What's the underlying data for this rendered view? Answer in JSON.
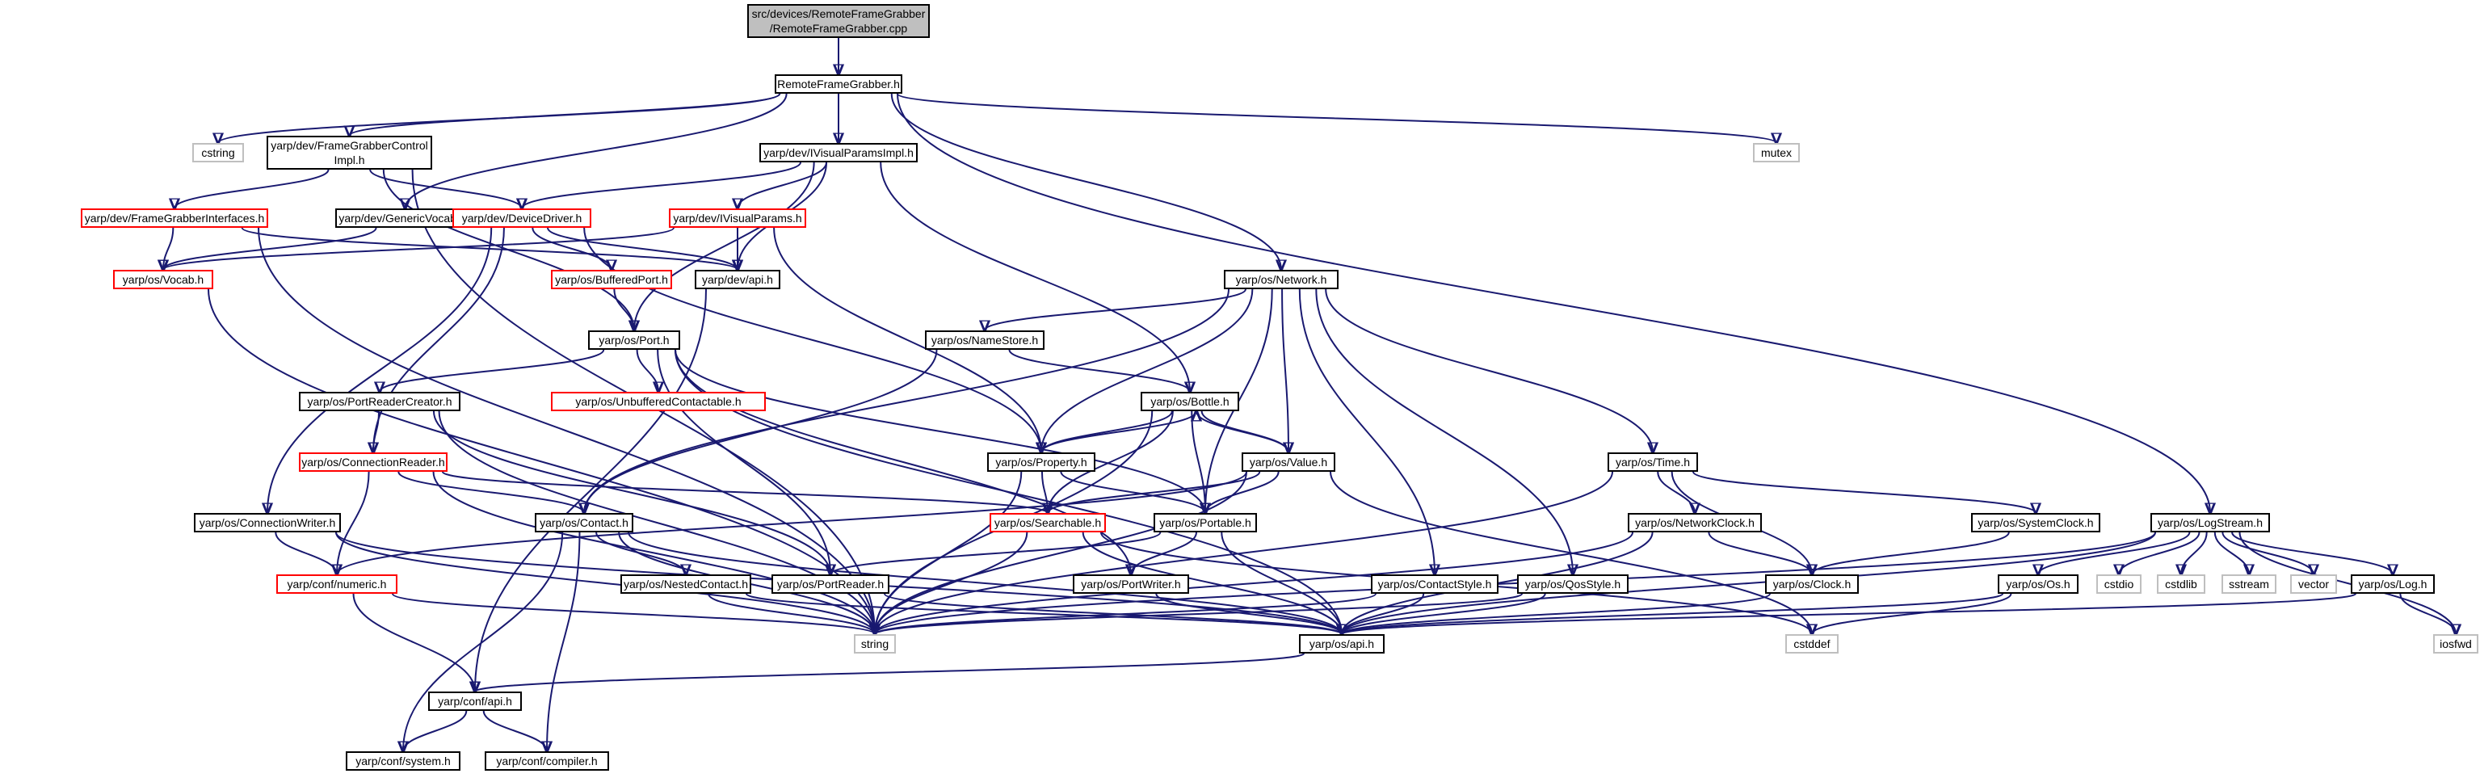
{
  "colors": {
    "edge": "#191970",
    "node_border": "#000000",
    "red_border": "#ff0000",
    "ext_border": "#bfbfbf",
    "root_fill": "#bfbfbf"
  },
  "nodes": {
    "root": {
      "line1": "src/devices/RemoteFrameGrabber",
      "line2": "/RemoteFrameGrabber.cpp"
    },
    "rfg": {
      "label": "RemoteFrameGrabber.h"
    },
    "cstring": {
      "label": "cstring"
    },
    "fgcimpl": {
      "line1": "yarp/dev/FrameGrabberControl",
      "line2": "Impl.h"
    },
    "ivpimpl": {
      "label": "yarp/dev/IVisualParamsImpl.h"
    },
    "mutex": {
      "label": "mutex"
    },
    "fgi": {
      "label": "yarp/dev/FrameGrabberInterfaces.h"
    },
    "gvocabs": {
      "label": "yarp/dev/GenericVocabs.h"
    },
    "devdriver": {
      "label": "yarp/dev/DeviceDriver.h"
    },
    "ivp": {
      "label": "yarp/dev/IVisualParams.h"
    },
    "vocab": {
      "label": "yarp/os/Vocab.h"
    },
    "bufport": {
      "label": "yarp/os/BufferedPort.h"
    },
    "devapi": {
      "label": "yarp/dev/api.h"
    },
    "network": {
      "label": "yarp/os/Network.h"
    },
    "port": {
      "label": "yarp/os/Port.h"
    },
    "namestore": {
      "label": "yarp/os/NameStore.h"
    },
    "prc": {
      "label": "yarp/os/PortReaderCreator.h"
    },
    "ubc": {
      "label": "yarp/os/UnbufferedContactable.h"
    },
    "bottle": {
      "label": "yarp/os/Bottle.h"
    },
    "connreader": {
      "label": "yarp/os/ConnectionReader.h"
    },
    "property": {
      "label": "yarp/os/Property.h"
    },
    "value": {
      "label": "yarp/os/Value.h"
    },
    "time": {
      "label": "yarp/os/Time.h"
    },
    "connwriter": {
      "label": "yarp/os/ConnectionWriter.h"
    },
    "contact": {
      "label": "yarp/os/Contact.h"
    },
    "searchable": {
      "label": "yarp/os/Searchable.h"
    },
    "portable": {
      "label": "yarp/os/Portable.h"
    },
    "netclock": {
      "label": "yarp/os/NetworkClock.h"
    },
    "sysclock": {
      "label": "yarp/os/SystemClock.h"
    },
    "logstream": {
      "label": "yarp/os/LogStream.h"
    },
    "numeric": {
      "label": "yarp/conf/numeric.h"
    },
    "nested": {
      "label": "yarp/os/NestedContact.h"
    },
    "portreader": {
      "label": "yarp/os/PortReader.h"
    },
    "portwriter": {
      "label": "yarp/os/PortWriter.h"
    },
    "contactstyle": {
      "label": "yarp/os/ContactStyle.h"
    },
    "qosstyle": {
      "label": "yarp/os/QosStyle.h"
    },
    "clock": {
      "label": "yarp/os/Clock.h"
    },
    "os": {
      "label": "yarp/os/Os.h"
    },
    "cstdio": {
      "label": "cstdio"
    },
    "cstdlib": {
      "label": "cstdlib"
    },
    "sstream": {
      "label": "sstream"
    },
    "vector": {
      "label": "vector"
    },
    "log": {
      "label": "yarp/os/Log.h"
    },
    "string": {
      "label": "string"
    },
    "osapi": {
      "label": "yarp/os/api.h"
    },
    "cstddef": {
      "label": "cstddef"
    },
    "iosfwd": {
      "label": "iosfwd"
    },
    "confapi": {
      "label": "yarp/conf/api.h"
    },
    "system": {
      "label": "yarp/conf/system.h"
    },
    "compiler": {
      "label": "yarp/conf/compiler.h"
    }
  },
  "edges": [
    [
      "root",
      "rfg"
    ],
    [
      "rfg",
      "cstring"
    ],
    [
      "rfg",
      "fgcimpl"
    ],
    [
      "rfg",
      "gvocabs"
    ],
    [
      "rfg",
      "ivpimpl"
    ],
    [
      "rfg",
      "network"
    ],
    [
      "rfg",
      "logstream"
    ],
    [
      "rfg",
      "mutex"
    ],
    [
      "fgcimpl",
      "fgi"
    ],
    [
      "fgcimpl",
      "devdriver"
    ],
    [
      "fgcimpl",
      "port"
    ],
    [
      "fgcimpl",
      "string"
    ],
    [
      "ivpimpl",
      "devdriver"
    ],
    [
      "ivpimpl",
      "ivp"
    ],
    [
      "ivpimpl",
      "devapi"
    ],
    [
      "ivpimpl",
      "port"
    ],
    [
      "ivpimpl",
      "bottle"
    ],
    [
      "fgi",
      "vocab"
    ],
    [
      "fgi",
      "devapi"
    ],
    [
      "fgi",
      "string"
    ],
    [
      "gvocabs",
      "vocab"
    ],
    [
      "devdriver",
      "bufport"
    ],
    [
      "devdriver",
      "devapi"
    ],
    [
      "devdriver",
      "property"
    ],
    [
      "devdriver",
      "connreader"
    ],
    [
      "devdriver",
      "connwriter"
    ],
    [
      "ivp",
      "vocab"
    ],
    [
      "ivp",
      "devapi"
    ],
    [
      "ivp",
      "property"
    ],
    [
      "vocab",
      "string"
    ],
    [
      "bufport",
      "port"
    ],
    [
      "devapi",
      "confapi"
    ],
    [
      "port",
      "prc"
    ],
    [
      "port",
      "ubc"
    ],
    [
      "port",
      "portable"
    ],
    [
      "port",
      "portreader"
    ],
    [
      "port",
      "portwriter"
    ],
    [
      "port",
      "osapi"
    ],
    [
      "network",
      "contact"
    ],
    [
      "network",
      "namestore"
    ],
    [
      "network",
      "property"
    ],
    [
      "network",
      "value"
    ],
    [
      "network",
      "portable"
    ],
    [
      "network",
      "contactstyle"
    ],
    [
      "network",
      "qosstyle"
    ],
    [
      "network",
      "time"
    ],
    [
      "namestore",
      "bottle"
    ],
    [
      "namestore",
      "contact"
    ],
    [
      "prc",
      "connreader"
    ],
    [
      "prc",
      "portreader"
    ],
    [
      "prc",
      "string"
    ],
    [
      "bottle",
      "property"
    ],
    [
      "bottle",
      "value"
    ],
    [
      "bottle",
      "searchable"
    ],
    [
      "bottle",
      "portable"
    ],
    [
      "bottle",
      "string"
    ],
    [
      "connreader",
      "contact"
    ],
    [
      "connreader",
      "searchable"
    ],
    [
      "connreader",
      "numeric"
    ],
    [
      "connreader",
      "string"
    ],
    [
      "property",
      "bottle"
    ],
    [
      "property",
      "searchable"
    ],
    [
      "property",
      "portable"
    ],
    [
      "property",
      "string"
    ],
    [
      "value",
      "bottle"
    ],
    [
      "value",
      "searchable"
    ],
    [
      "value",
      "portable"
    ],
    [
      "value",
      "numeric"
    ],
    [
      "value",
      "string"
    ],
    [
      "value",
      "cstddef"
    ],
    [
      "time",
      "string"
    ],
    [
      "time",
      "netclock"
    ],
    [
      "time",
      "clock"
    ],
    [
      "time",
      "sysclock"
    ],
    [
      "connwriter",
      "numeric"
    ],
    [
      "connwriter",
      "string"
    ],
    [
      "connwriter",
      "osapi"
    ],
    [
      "contact",
      "nested"
    ],
    [
      "contact",
      "string"
    ],
    [
      "contact",
      "system"
    ],
    [
      "contact",
      "compiler"
    ],
    [
      "contact",
      "osapi"
    ],
    [
      "searchable",
      "string"
    ],
    [
      "searchable",
      "osapi"
    ],
    [
      "searchable",
      "cstddef"
    ],
    [
      "portable",
      "portreader"
    ],
    [
      "portable",
      "portwriter"
    ],
    [
      "portable",
      "osapi"
    ],
    [
      "netclock",
      "clock"
    ],
    [
      "netclock",
      "string"
    ],
    [
      "netclock",
      "osapi"
    ],
    [
      "sysclock",
      "clock"
    ],
    [
      "logstream",
      "string"
    ],
    [
      "logstream",
      "os"
    ],
    [
      "logstream",
      "cstdio"
    ],
    [
      "logstream",
      "cstdlib"
    ],
    [
      "logstream",
      "sstream"
    ],
    [
      "logstream",
      "vector"
    ],
    [
      "logstream",
      "log"
    ],
    [
      "logstream",
      "iosfwd"
    ],
    [
      "logstream",
      "osapi"
    ],
    [
      "numeric",
      "confapi"
    ],
    [
      "numeric",
      "string"
    ],
    [
      "nested",
      "string"
    ],
    [
      "nested",
      "osapi"
    ],
    [
      "portreader",
      "osapi"
    ],
    [
      "portwriter",
      "osapi"
    ],
    [
      "contactstyle",
      "string"
    ],
    [
      "contactstyle",
      "osapi"
    ],
    [
      "qosstyle",
      "string"
    ],
    [
      "qosstyle",
      "osapi"
    ],
    [
      "clock",
      "osapi"
    ],
    [
      "os",
      "osapi"
    ],
    [
      "os",
      "cstddef"
    ],
    [
      "log",
      "iosfwd"
    ],
    [
      "log",
      "osapi"
    ],
    [
      "osapi",
      "confapi"
    ],
    [
      "confapi",
      "system"
    ],
    [
      "confapi",
      "compiler"
    ]
  ]
}
